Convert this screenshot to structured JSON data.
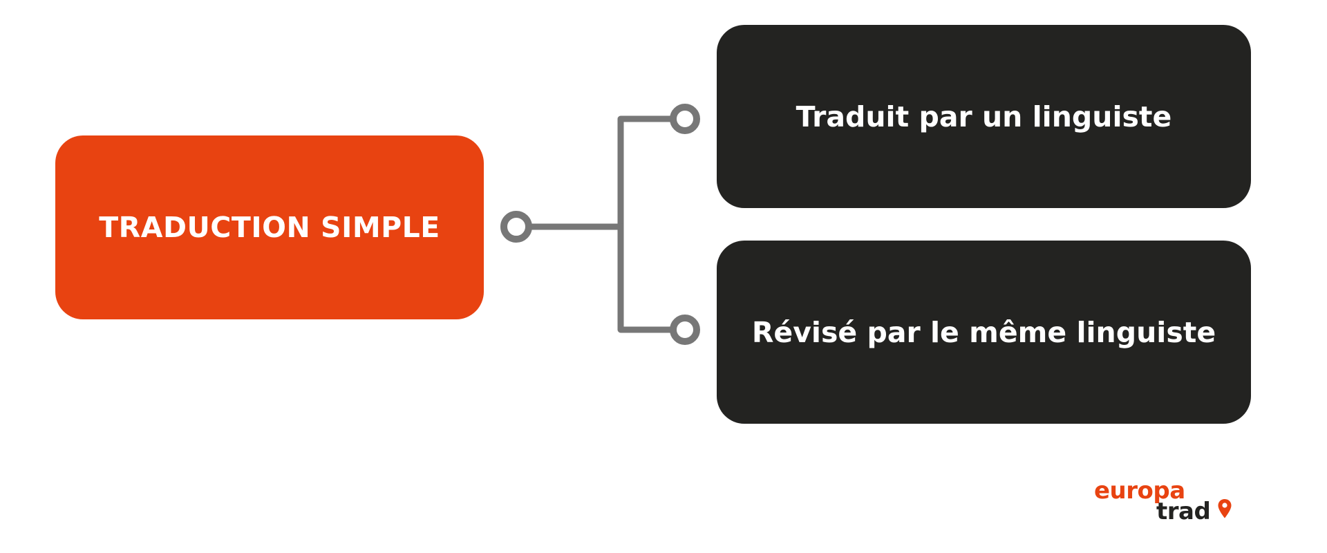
{
  "diagram": {
    "root": {
      "label": "TRADUCTION SIMPLE",
      "color": "#e84311"
    },
    "children": [
      {
        "label": "Traduit par un linguiste",
        "color": "#232321"
      },
      {
        "label": "Révisé par le même linguiste",
        "color": "#232321"
      }
    ],
    "connector_color": "#777777"
  },
  "logo": {
    "line1": "europa",
    "line2": "trad",
    "line1_color": "#e84311",
    "line2_color": "#232321",
    "pin_icon": "location-pin-icon"
  }
}
